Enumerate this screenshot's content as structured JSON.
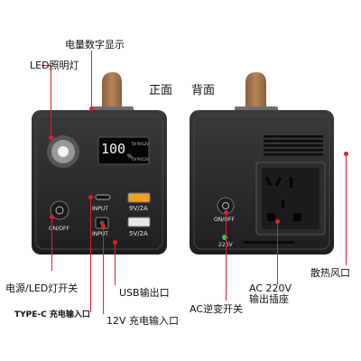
{
  "labels": {
    "display": "电量数字显示",
    "led_light": "LED照明灯",
    "front": "正面",
    "back": "背面",
    "power_led_switch": "电源/LED灯开关",
    "typec_input": "TYPE-C 充电输入口",
    "dc12v_input": "12V 充电输入口",
    "usb_output": "USB输出口",
    "ac_inverter_switch": "AC逆变开关",
    "ac_outlet_line1": "AC  220V",
    "ac_outlet_line2": "输出插座",
    "vent": "散热风口"
  },
  "panel_text": {
    "front_onoff": "ON/OFF",
    "typec_port": "INPUT",
    "dc_port": "INPUT",
    "usb_top": "9V/2A",
    "usb_bottom": "5V/2A",
    "back_onoff": "ON/OFF",
    "voltage": "220V"
  },
  "lcd": {
    "digits": "100",
    "unit": "%",
    "col1": "5V",
    "col2": "9V",
    "col3": "12V",
    "col4": "5V",
    "col5": "9V",
    "col6": "12V"
  },
  "colors": {
    "accent": "#e0202a",
    "body": "#2a2a2c",
    "strap": "#a87852",
    "usb_port": "#f0a020"
  }
}
